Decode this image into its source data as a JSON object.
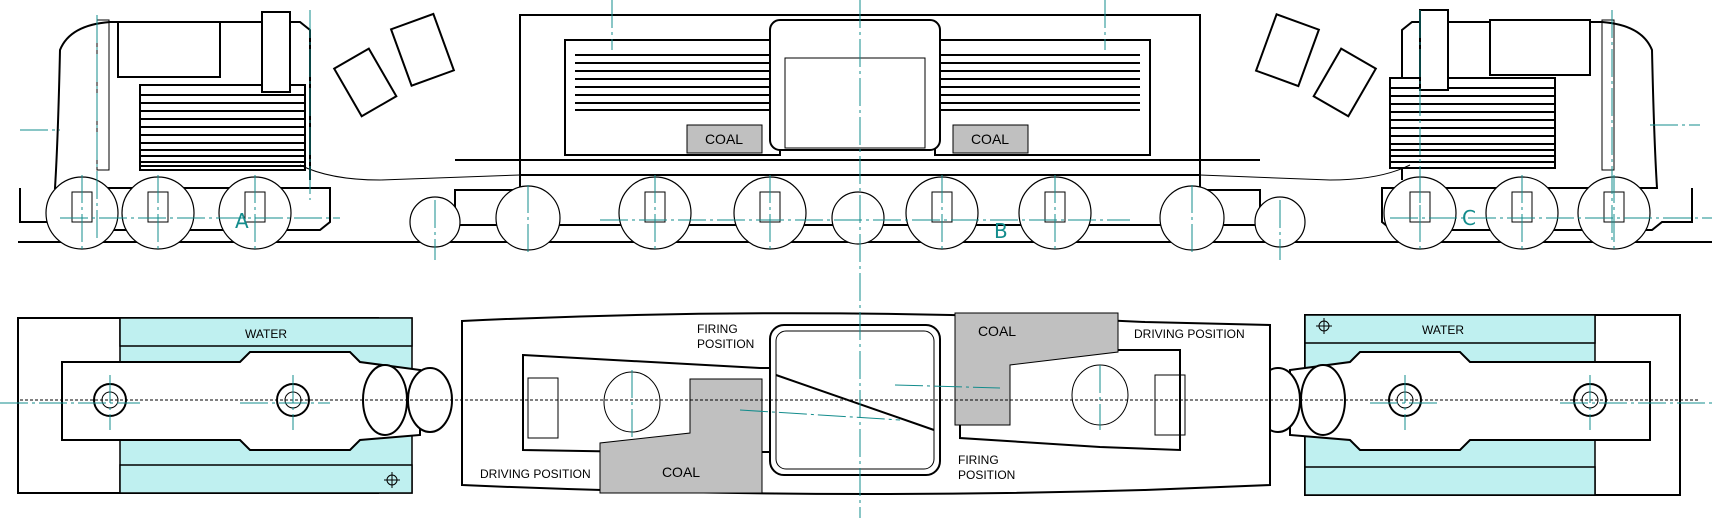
{
  "diagram": {
    "elevation": {
      "unit_labels": [
        "A",
        "B",
        "C"
      ],
      "coal_labels": [
        "COAL",
        "COAL"
      ]
    },
    "plan": {
      "water_labels": [
        "WATER",
        "WATER"
      ],
      "coal_labels": [
        "COAL",
        "COAL"
      ],
      "firing_position_left": [
        "FIRING",
        "POSITION"
      ],
      "firing_position_right": [
        "FIRING",
        "POSITION"
      ],
      "driving_position_left": "DRIVING POSITION",
      "driving_position_right": "DRIVING POSITION"
    },
    "colors": {
      "water": "#bff0f0",
      "coal": "#c0c0c0",
      "centerline": "#138c8c"
    }
  }
}
